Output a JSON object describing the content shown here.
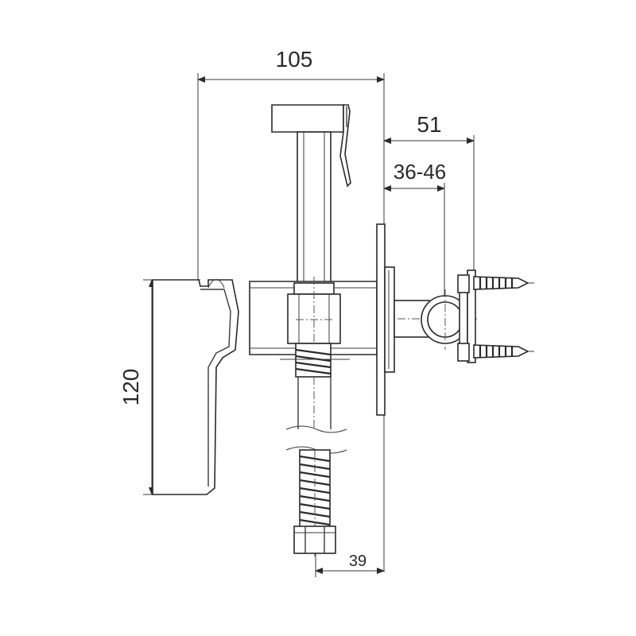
{
  "drawing": {
    "dimensions": {
      "overall_width": "105",
      "bracket_offset": "51",
      "wall_range": "36-46",
      "height": "120",
      "hose_offset": "39"
    }
  }
}
